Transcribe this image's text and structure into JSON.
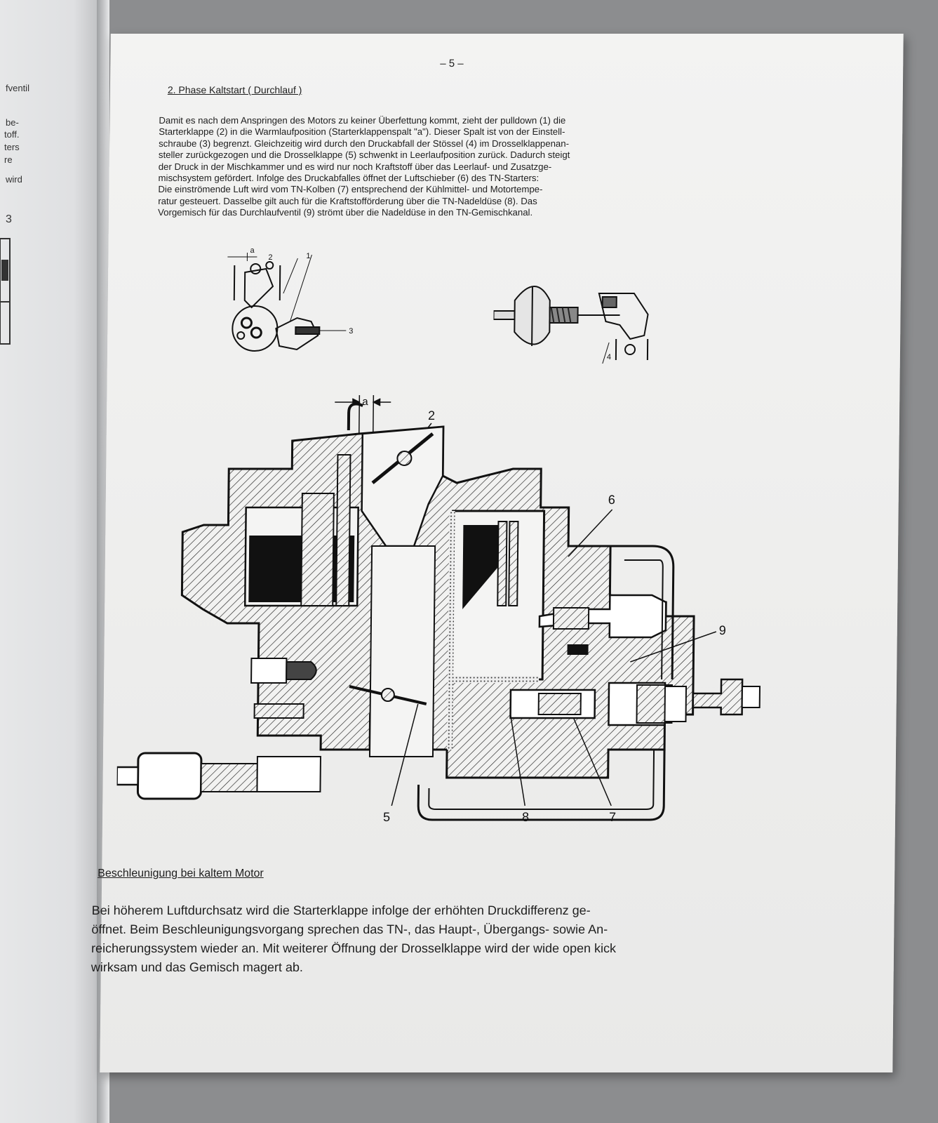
{
  "left_page": {
    "fragments": [
      "fventil",
      "be-",
      "toff.",
      "ters",
      "re",
      "wird",
      "3"
    ]
  },
  "page": {
    "page_number": "– 5 –",
    "section_heading": "2. Phase Kaltstart  ( Durchlauf )",
    "intro_lines": [
      "Damit es nach dem Anspringen des Motors zu keiner Überfettung kommt, zieht der pulldown (1) die",
      "Starterklappe (2) in die Warmlaufposition (Starterklappenspalt \"a\"). Dieser Spalt ist von der Einstell-",
      "schraube (3) begrenzt. Gleichzeitig wird durch den Druckabfall der Stössel (4) im Drosselklappenan-",
      "steller zurückgezogen und die Drosselklappe (5) schwenkt in Leerlaufposition zurück. Dadurch steigt",
      "der Druck in der Mischkammer und es wird nur noch Kraftstoff über das Leerlauf- und Zusatzge-",
      "mischsystem gefördert. Infolge des Druckabfalles öffnet der Luftschieber (6) des TN-Starters:",
      "Die einströmende Luft wird vom TN-Kolben (7) entsprechend der Kühlmittel- und Motortempe-",
      "ratur  gesteuert. Dasselbe gilt auch für die Kraftstofförderung über die TN-Nadeldüse (8). Das",
      "Vorgemisch für das Durchlaufventil (9) strömt über die Nadeldüse in den TN-Gemischkanal."
    ],
    "figure_top_left_labels": [
      "a",
      "2",
      "1",
      "3"
    ],
    "figure_top_right_labels": [
      "4"
    ],
    "figure_main_labels": [
      "a",
      "2",
      "6",
      "9",
      "5",
      "8",
      "7"
    ],
    "accel_heading": "Beschleunigung bei kaltem Motor",
    "accel_lines": [
      "Bei höherem Luftdurchsatz wird die Starterklappe infolge der erhöhten Druckdifferenz ge-",
      "öffnet. Beim Beschleunigungsvorgang sprechen das TN-, das Haupt-, Übergangs-  sowie An-",
      "reicherungssystem wieder an. Mit weiterer Öffnung der Drosselklappe wird der wide open kick",
      "wirksam und das Gemisch magert ab."
    ]
  }
}
